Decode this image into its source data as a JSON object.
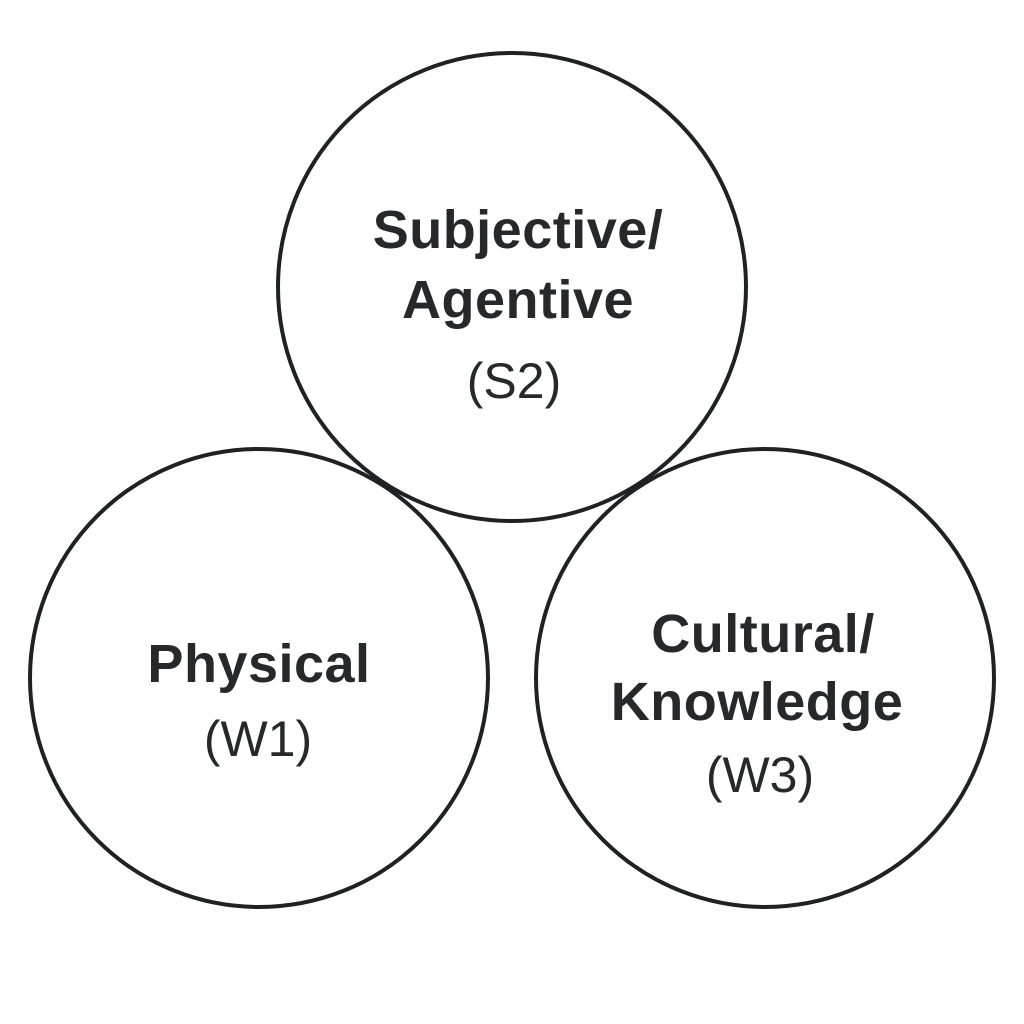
{
  "diagram": {
    "circles": {
      "subjective": {
        "line1": "Subjective/",
        "line2": "Agentive",
        "code": "(S2)"
      },
      "physical": {
        "line1": "Physical",
        "code": "(W1)"
      },
      "cultural": {
        "line1": "Cultural/",
        "line2": "Knowledge",
        "code": "(W3)"
      }
    },
    "stroke_color": "#1f2225",
    "text_color": "#26292c",
    "background_color": "#ffffff"
  }
}
